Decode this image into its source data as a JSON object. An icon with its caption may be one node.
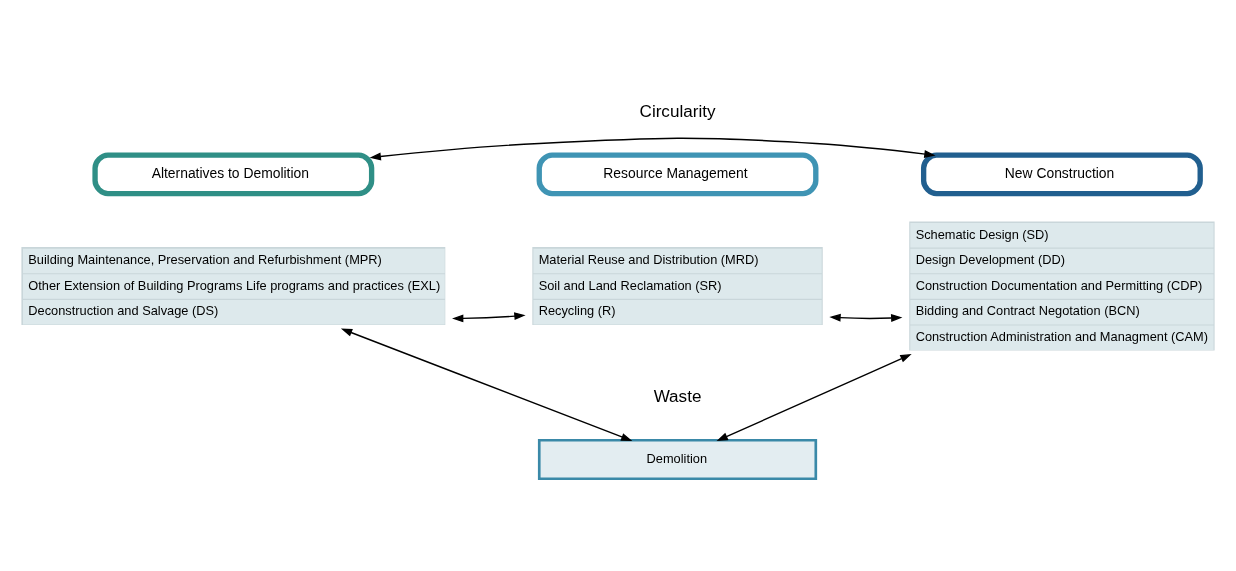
{
  "diagram": {
    "nodes": [
      {
        "text": [
          "Alternatives to Demolition"
        ]
      },
      {
        "text": [
          "Building Maintenance, Preservation and Refurbishment (MPR)",
          "Other Extension of Building Programs Life programs and practices (EXL)",
          "Deconstruction and Salvage (DS)"
        ]
      },
      {
        "text": [
          "Resource Management"
        ]
      },
      {
        "text": [
          "Material Reuse and Distribution (MRD)",
          "Soil and Land Reclamation (SR)",
          "Recycling (R)"
        ]
      },
      {
        "text": [
          "New Construction"
        ]
      },
      {
        "text": [
          "Schematic Design (SD)",
          "Design Development (DD)",
          "Construction Documentation and Permitting (CDP)",
          "Bidding and Contract Negotation (BCN)",
          "Construction Administration and Managment (CAM)"
        ]
      },
      {
        "text": [
          "Demolition"
        ]
      }
    ],
    "edges": [
      {
        "from": 0,
        "to": 4,
        "arrow": "both"
      },
      {
        "from": 1,
        "to": 3,
        "arrow": "both"
      },
      {
        "from": 3,
        "to": 5,
        "arrow": "both"
      },
      {
        "from": 6,
        "to": 1,
        "arrow": "both"
      },
      {
        "from": 6,
        "to": 5,
        "arrow": "both"
      }
    ],
    "labels": [
      "Circularity",
      "Waste"
    ]
  }
}
